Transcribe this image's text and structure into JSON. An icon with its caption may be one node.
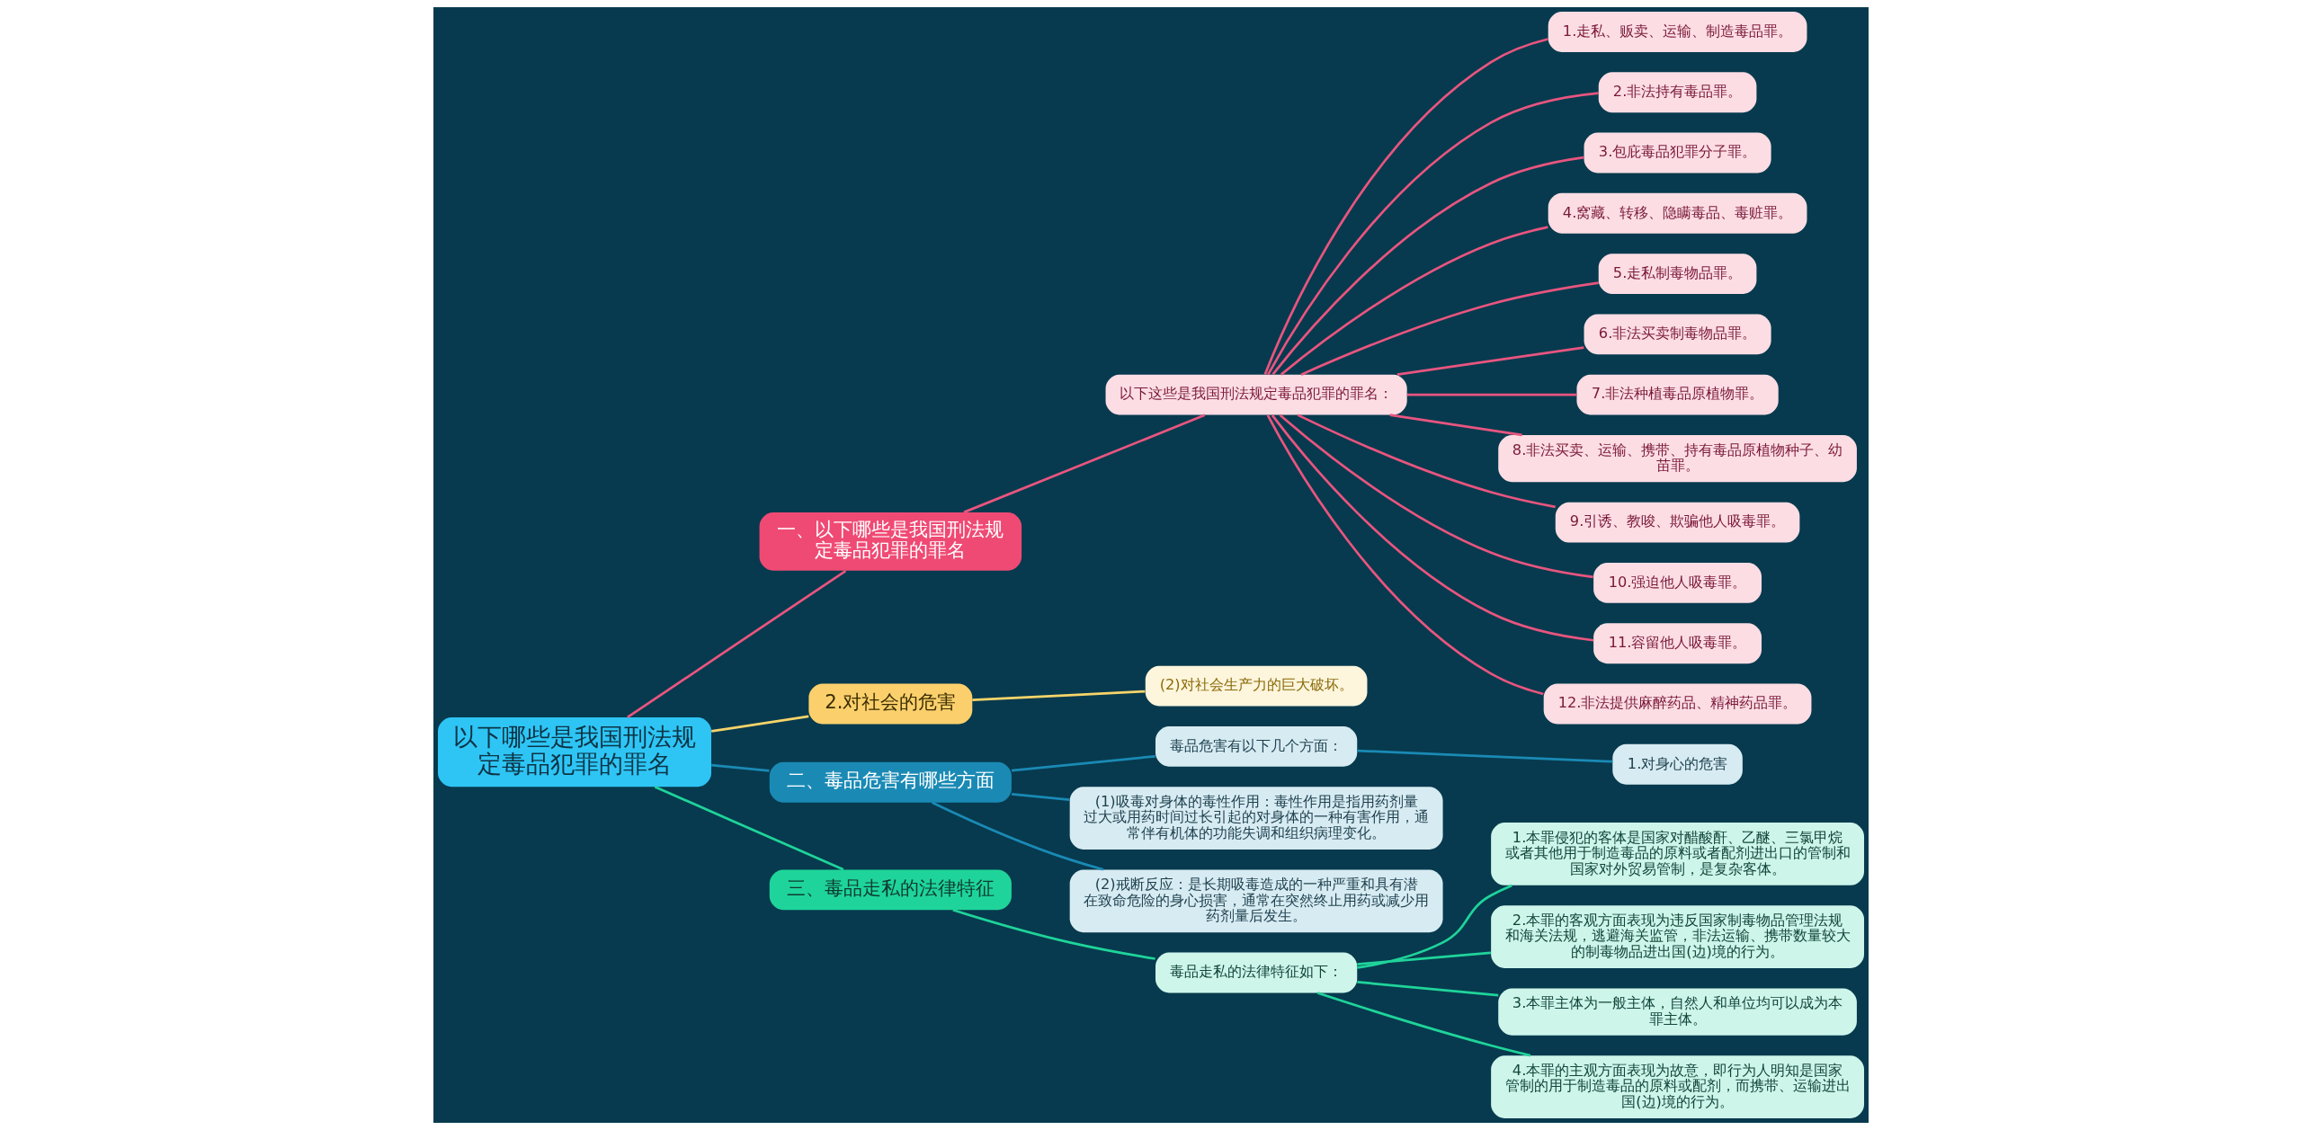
{
  "diagram": {
    "nodes": [
      {
        "text": [
          "以下哪些是我国刑法规定毒品犯罪的罪名"
        ]
      },
      {
        "text": [
          "一、以下哪些是我国刑法规定毒品犯罪的罪名"
        ]
      },
      {
        "text": [
          "以下这些是我国刑法规定毒品犯罪的罪名："
        ]
      },
      {
        "text": [
          "1.走私、贩卖、运输、制造毒品罪。"
        ]
      },
      {
        "text": [
          "2.非法持有毒品罪。"
        ]
      },
      {
        "text": [
          "3.包庇毒品犯罪分子罪。"
        ]
      },
      {
        "text": [
          "4.窝藏、转移、隐瞒毒品、毒赃罪。"
        ]
      },
      {
        "text": [
          "5.走私制毒物品罪。"
        ]
      },
      {
        "text": [
          "6.非法买卖制毒物品罪。"
        ]
      },
      {
        "text": [
          "7.非法种植毒品原植物罪。"
        ]
      },
      {
        "text": [
          "8.非法买卖、运输、携带、持有毒品原植物种子、幼苗罪。"
        ]
      },
      {
        "text": [
          "9.引诱、教唆、欺骗他人吸毒罪。"
        ]
      },
      {
        "text": [
          "10.强迫他人吸毒罪。"
        ]
      },
      {
        "text": [
          "11.容留他人吸毒罪。"
        ]
      },
      {
        "text": [
          "12.非法提供麻醉药品、精神药品罪。"
        ]
      },
      {
        "text": [
          "2.对社会的危害"
        ]
      },
      {
        "text": [
          "(2)对社会生产力的巨大破坏。"
        ]
      },
      {
        "text": [
          "二、毒品危害有哪些方面"
        ]
      },
      {
        "text": [
          "毒品危害有以下几个方面："
        ]
      },
      {
        "text": [
          "1.对身心的危害"
        ]
      },
      {
        "text": [
          "(1)吸毒对身体的毒性作用：毒性作用是指用药剂量过大或用药时间过长引起的对身体的一种有害作用，通常伴有机体的功能失调和组织病理变化。"
        ]
      },
      {
        "text": [
          "(2)戒断反应：是长期吸毒造成的一种严重和具有潜在致命危险的身心损害，通常在突然终止用药或减少用药剂量后发生。"
        ]
      },
      {
        "text": [
          "三、毒品走私的法律特征"
        ]
      },
      {
        "text": [
          "毒品走私的法律特征如下："
        ]
      },
      {
        "text": [
          "1.本罪侵犯的客体是国家对醋酸酐、乙醚、三氯甲烷或者其他用于制造毒品的原料或者配剂进出口的管制和国家对外贸易管制，是复杂客体。"
        ]
      },
      {
        "text": [
          "2.本罪的客观方面表现为违反国家制毒物品管理法规和海关法规，逃避海关监管，非法运输、携带数量较大的制毒物品进出国(边)境的行为。"
        ]
      },
      {
        "text": [
          "3.本罪主体为一般主体，自然人和单位均可以成为本罪主体。"
        ]
      },
      {
        "text": [
          "4.本罪的主观方面表现为故意，即行为人明知是国家管制的用于制造毒品的原料或配剂，而携带、运输进出国(边)境的行为。"
        ]
      }
    ],
    "edges": [
      {
        "from": 0,
        "to": 1,
        "arrow": "none"
      },
      {
        "from": 1,
        "to": 2,
        "arrow": "none"
      },
      {
        "from": 2,
        "to": 3,
        "arrow": "none"
      },
      {
        "from": 2,
        "to": 4,
        "arrow": "none"
      },
      {
        "from": 2,
        "to": 5,
        "arrow": "none"
      },
      {
        "from": 2,
        "to": 6,
        "arrow": "none"
      },
      {
        "from": 2,
        "to": 7,
        "arrow": "none"
      },
      {
        "from": 2,
        "to": 8,
        "arrow": "none"
      },
      {
        "from": 2,
        "to": 9,
        "arrow": "none"
      },
      {
        "from": 2,
        "to": 10,
        "arrow": "none"
      },
      {
        "from": 2,
        "to": 11,
        "arrow": "none"
      },
      {
        "from": 2,
        "to": 12,
        "arrow": "none"
      },
      {
        "from": 2,
        "to": 13,
        "arrow": "none"
      },
      {
        "from": 2,
        "to": 14,
        "arrow": "none"
      },
      {
        "from": 0,
        "to": 15,
        "arrow": "none",
        "color": "#f7d46a"
      },
      {
        "from": 15,
        "to": 16,
        "arrow": "none",
        "color": "#f7d46a"
      },
      {
        "from": 0,
        "to": 17,
        "arrow": "none",
        "color": "#1a8ab5"
      },
      {
        "from": 17,
        "to": 18,
        "arrow": "none",
        "color": "#1a8ab5"
      },
      {
        "from": 18,
        "to": 19,
        "arrow": "none",
        "color": "#1a8ab5"
      },
      {
        "from": 17,
        "to": 20,
        "arrow": "none",
        "color": "#1a8ab5"
      },
      {
        "from": 17,
        "to": 21,
        "arrow": "none",
        "color": "#1a8ab5"
      },
      {
        "from": 0,
        "to": 22,
        "arrow": "none",
        "color": "#1fd49a"
      },
      {
        "from": 22,
        "to": 23,
        "arrow": "none",
        "color": "#1fd49a"
      },
      {
        "from": 23,
        "to": 24,
        "arrow": "none",
        "color": "#1fd49a"
      },
      {
        "from": 23,
        "to": 25,
        "arrow": "none",
        "color": "#1fd49a"
      },
      {
        "from": 23,
        "to": 26,
        "arrow": "none",
        "color": "#1fd49a"
      },
      {
        "from": 23,
        "to": 27,
        "arrow": "none",
        "color": "#1fd49a"
      }
    ]
  }
}
